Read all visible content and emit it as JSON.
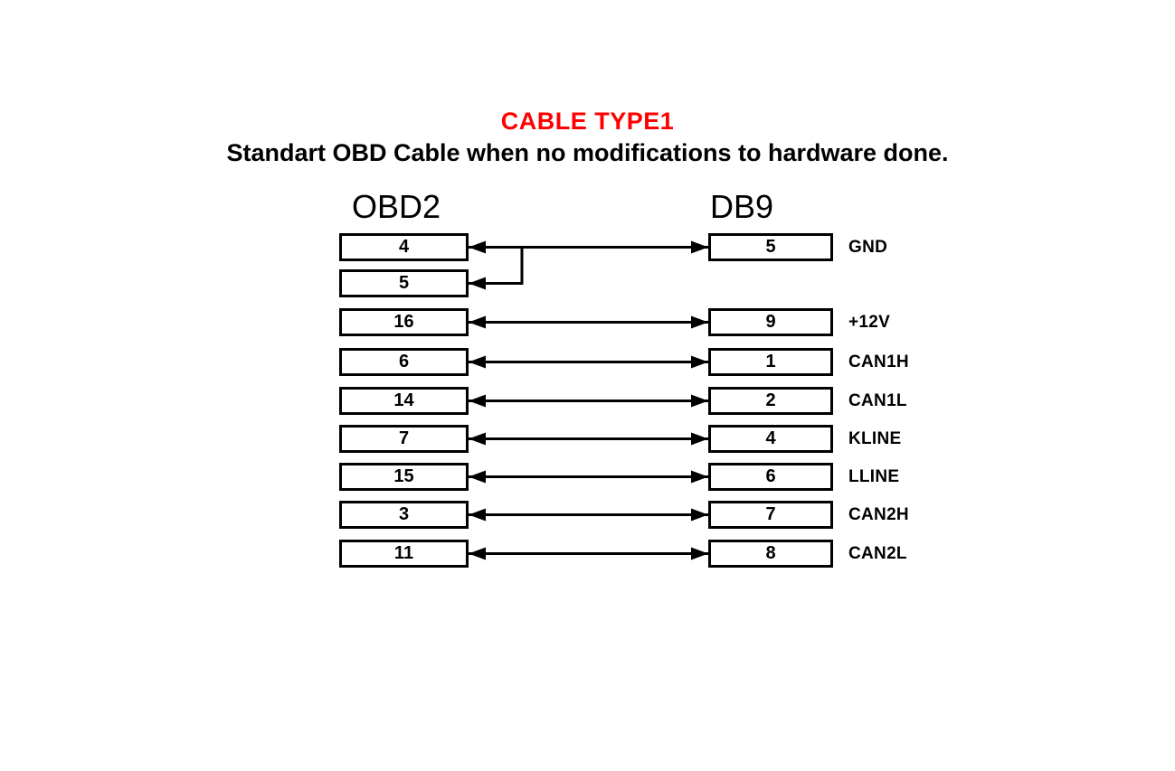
{
  "page": {
    "title": "CABLE TYPE1",
    "subtitle": "Standart OBD Cable when no modifications to hardware done.",
    "title_color": "#ff0000",
    "text_color": "#000000",
    "background_color": "#ffffff"
  },
  "diagram": {
    "left_header": "OBD2",
    "right_header": "DB9",
    "rows": [
      {
        "left_pin": "4",
        "right_pin": "5",
        "signal": "GND"
      },
      {
        "left_pin": "5"
      },
      {
        "left_pin": "16",
        "right_pin": "9",
        "signal": "+12V"
      },
      {
        "left_pin": "6",
        "right_pin": "1",
        "signal": "CAN1H"
      },
      {
        "left_pin": "14",
        "right_pin": "2",
        "signal": "CAN1L"
      },
      {
        "left_pin": "7",
        "right_pin": "4",
        "signal": "KLINE"
      },
      {
        "left_pin": "15",
        "right_pin": "6",
        "signal": "LLINE"
      },
      {
        "left_pin": "3",
        "right_pin": "7",
        "signal": "CAN2H"
      },
      {
        "left_pin": "11",
        "right_pin": "8",
        "signal": "CAN2L"
      }
    ],
    "branch": {
      "description": "GND wire from DB9 pin 5 branches to both OBD2 pin 4 and OBD2 pin 5",
      "from_row": 0,
      "to_row": 1
    },
    "wire_style": {
      "color": "#000000",
      "arrow": "double-headed"
    }
  }
}
